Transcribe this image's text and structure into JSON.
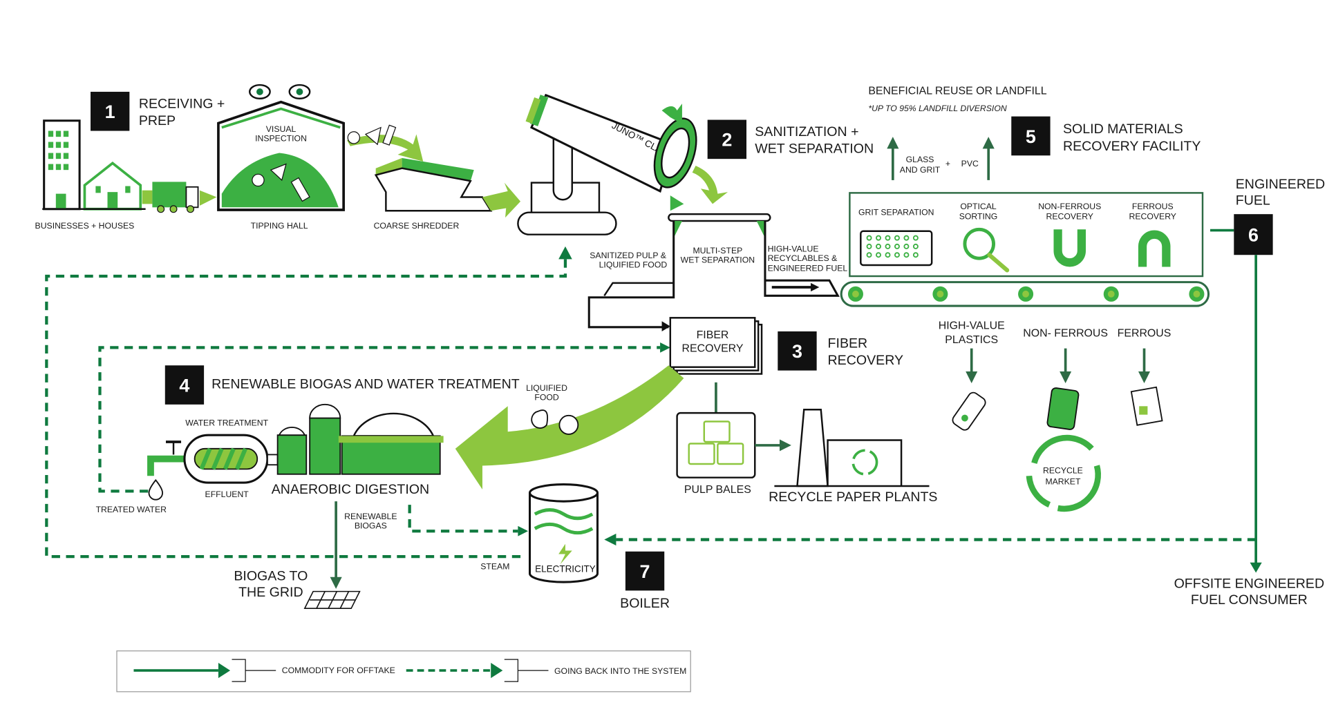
{
  "colors": {
    "dark_green": "#0f7a3f",
    "green": "#3cb043",
    "light_green": "#8dc63f",
    "black": "#111111"
  },
  "steps": {
    "s1": {
      "number": "1",
      "title": [
        "RECEIVING +",
        "PREP"
      ]
    },
    "s2": {
      "number": "2",
      "title": [
        "SANITIZATION +",
        "WET SEPARATION"
      ]
    },
    "s3": {
      "number": "3",
      "title": [
        "FIBER",
        "RECOVERY"
      ]
    },
    "s4": {
      "number": "4",
      "title": [
        "RENEWABLE BIOGAS AND WATER TREATMENT"
      ]
    },
    "s5": {
      "number": "5",
      "title": [
        "SOLID MATERIALS",
        "RECOVERY FACILITY"
      ]
    },
    "s6": {
      "number": "6",
      "title": [
        "ENGINEERED",
        "FUEL"
      ]
    },
    "s7": {
      "number": "7",
      "title": [
        "BOILER"
      ]
    }
  },
  "labels": {
    "businesses_houses": "BUSINESSES + HOUSES",
    "visual_inspection": [
      "VISUAL",
      "INSPECTION"
    ],
    "tipping_hall": "TIPPING HALL",
    "coarse_shredder": "COARSE SHREDDER",
    "juno_clave": "JUNO™ CLAVE",
    "sanitized_pulp": [
      "SANITIZED PULP &",
      "LIQUIFIED FOOD"
    ],
    "multi_step": [
      "MULTI-STEP",
      "WET SEPARATION"
    ],
    "high_value_recyclables": [
      "HIGH-VALUE",
      "RECYCLABLES  &",
      "ENGINEERED FUEL"
    ],
    "beneficial_reuse": "BENEFICIAL REUSE OR LANDFILL",
    "landfill_diversion": "*UP TO 95% LANDFILL DIVERSION",
    "glass_grit": [
      "GLASS",
      "AND GRIT"
    ],
    "plus": "+",
    "pvc": "PVC",
    "grit_separation": "GRIT SEPARATION",
    "optical_sorting": [
      "OPTICAL",
      "SORTING"
    ],
    "non_ferrous_recovery": [
      "NON-FERROUS",
      "RECOVERY"
    ],
    "ferrous_recovery": [
      "FERROUS",
      "RECOVERY"
    ],
    "fiber_recovery_box": [
      "FIBER",
      "RECOVERY"
    ],
    "high_value_plastics": [
      "HIGH-VALUE",
      "PLASTICS"
    ],
    "non_ferrous": "NON- FERROUS",
    "ferrous": "FERROUS",
    "recycle_market": [
      "RECYCLE",
      "MARKET"
    ],
    "liquified_food": [
      "LIQUIFIED",
      "FOOD"
    ],
    "water_treatment": "WATER TREATMENT",
    "effluent": "EFFLUENT",
    "treated_water": "TREATED WATER",
    "anaerobic_digestion": "ANAEROBIC DIGESTION",
    "renewable_biogas": [
      "RENEWABLE",
      "BIOGAS"
    ],
    "biogas_grid": [
      "BIOGAS TO",
      "THE GRID"
    ],
    "pulp_bales": "PULP BALES",
    "recycle_paper_plants": "RECYCLE PAPER PLANTS",
    "electricity": "ELECTRICITY",
    "steam": "STEAM",
    "offsite_fuel": [
      "OFFSITE ENGINEERED",
      "FUEL CONSUMER"
    ]
  },
  "legend": {
    "solid": "COMMODITY FOR OFFTAKE",
    "dashed": "GOING BACK INTO THE SYSTEM"
  }
}
